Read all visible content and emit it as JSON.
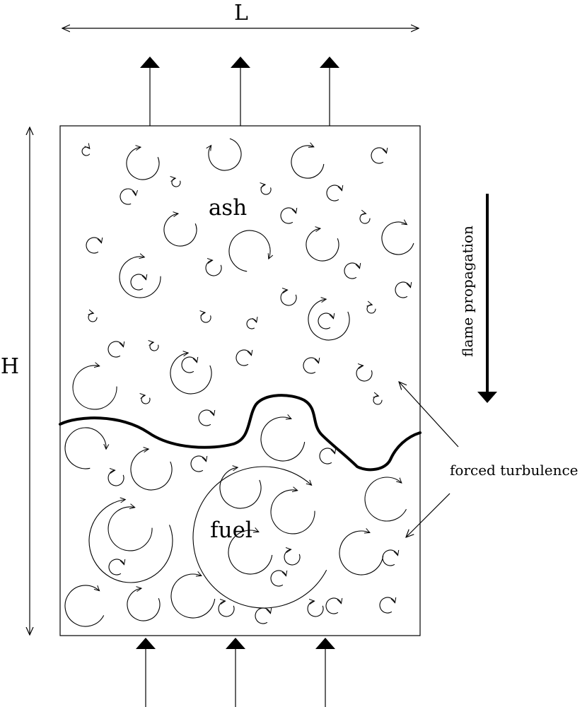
{
  "labels": {
    "width": "L",
    "height": "H",
    "top_region": "ash",
    "bottom_region": "fuel",
    "direction": "flame propagation",
    "annotation": "forced turbulence"
  }
}
